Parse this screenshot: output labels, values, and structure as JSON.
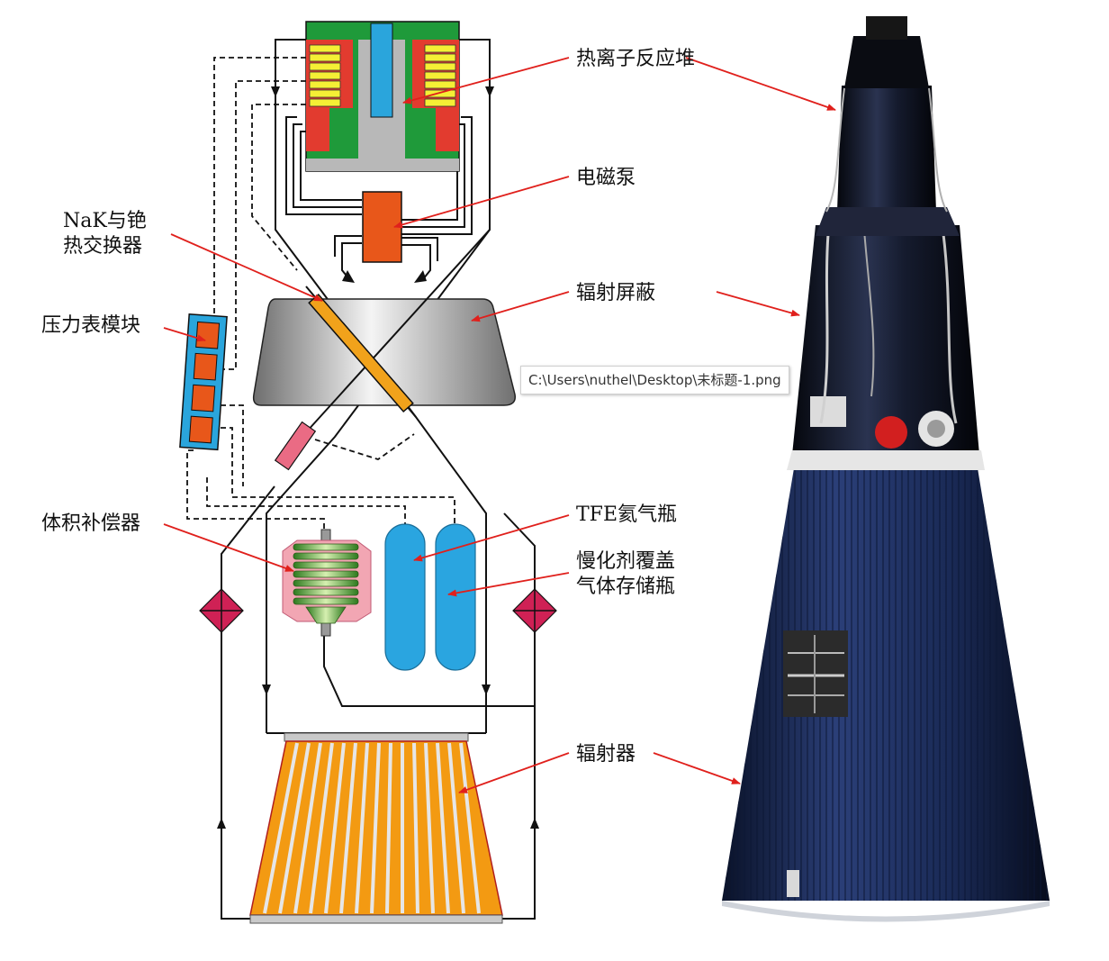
{
  "labels": {
    "reactor": "热离子反应堆",
    "em_pump": "电磁泵",
    "nak_hx_line1": "NaK与铯",
    "nak_hx_line2": "热交换器",
    "shield": "辐射屏蔽",
    "pressure_module": "压力表模块",
    "tfe_bottle": "TFE氦气瓶",
    "moderator_line1": "慢化剂覆盖",
    "moderator_line2": "气体存储瓶",
    "volume_comp": "体积补偿器",
    "radiator": "辐射器"
  },
  "tooltip": "C:\\Users\\nuthel\\Desktop\\未标题-1.png",
  "colors": {
    "leader": "#e0201c",
    "reactor_green": "#1f9a3a",
    "reactor_red": "#e23b2f",
    "fuel_yellow": "#f5ef35",
    "rod_blue": "#2aa5dc",
    "pump_orange": "#e8571a",
    "hx_orange": "#f1a21b",
    "radiator_orange": "#f39a12",
    "bottle_blue": "#2aa5e0",
    "crimson": "#cf2155",
    "pink": "#f2a6b3",
    "spacecraft_blue": "#1f2f5e"
  }
}
